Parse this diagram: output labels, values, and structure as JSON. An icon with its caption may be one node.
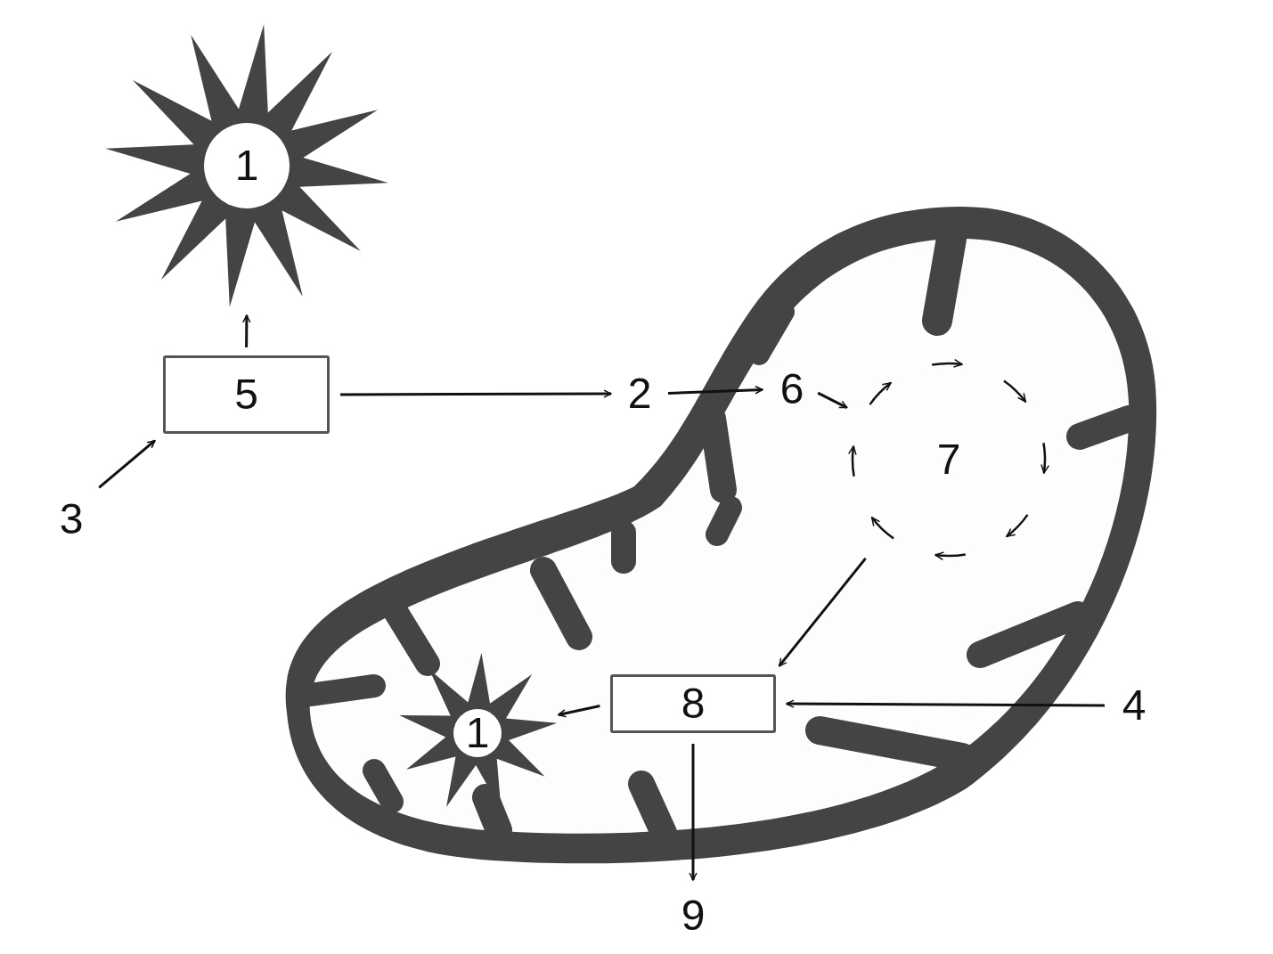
{
  "diagram": {
    "nodes": [
      {
        "text": [
          "1"
        ]
      },
      {
        "text": [
          "5"
        ]
      },
      {
        "text": [
          "3"
        ]
      },
      {
        "text": [
          "2"
        ]
      },
      {
        "text": [
          "6"
        ]
      },
      {
        "text": [
          "7"
        ]
      },
      {
        "text": [
          "8"
        ]
      },
      {
        "text": [
          "1"
        ]
      },
      {
        "text": [
          "4"
        ]
      },
      {
        "text": [
          "9"
        ]
      }
    ],
    "edges": [
      {
        "from": 1,
        "to": 0,
        "arrow": "to"
      },
      {
        "from": 2,
        "to": 1,
        "arrow": "to"
      },
      {
        "from": 1,
        "to": 3,
        "arrow": "to"
      },
      {
        "from": 3,
        "to": 4,
        "arrow": "to"
      },
      {
        "from": 4,
        "to": 5,
        "arrow": "to"
      },
      {
        "from": 5,
        "to": 6,
        "arrow": "to"
      },
      {
        "from": 8,
        "to": 6,
        "arrow": "to"
      },
      {
        "from": 6,
        "to": 7,
        "arrow": "to"
      },
      {
        "from": 6,
        "to": 9,
        "arrow": "to"
      }
    ]
  }
}
